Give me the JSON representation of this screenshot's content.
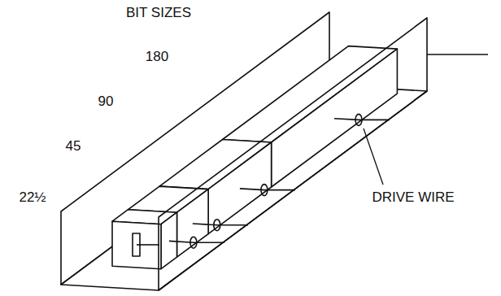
{
  "diagram": {
    "title": "BIT SIZES",
    "labels": [
      "180",
      "90",
      "45",
      "22½",
      "DRIVE WIRE"
    ]
  }
}
